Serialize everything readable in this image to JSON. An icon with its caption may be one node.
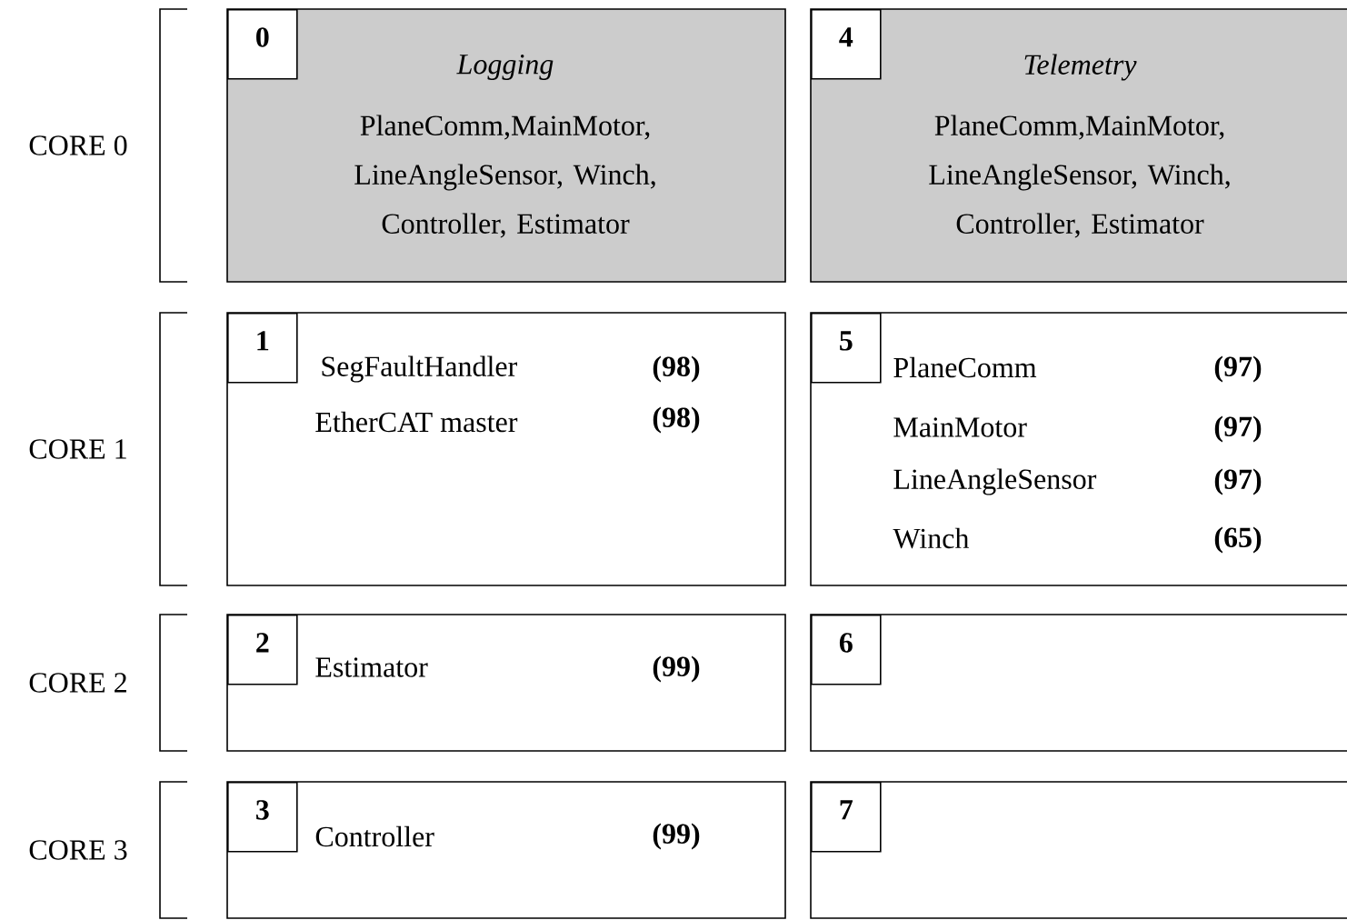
{
  "diagram": {
    "nodes": [
      {
        "text": [
          "Logging",
          "PlaneComm,MainMotor, LineAngleSensor, Winch, Controller, Estimator"
        ]
      },
      {
        "text": [
          "0"
        ],
        "in": 0
      },
      {
        "text": [
          "Telemetry",
          "PlaneComm,MainMotor, LineAngleSensor, Winch, Controller, Estimator"
        ]
      },
      {
        "text": [
          "4"
        ],
        "in": 2
      },
      {
        "text": [
          "SegFaultHandler",
          "(98)",
          "EtherCAT master",
          "(98)"
        ]
      },
      {
        "text": [
          "1"
        ],
        "in": 4
      },
      {
        "text": [
          "PlaneComm",
          "(97)",
          "MainMotor",
          "(97)",
          "LineAngleSensor",
          "(97)",
          "Winch",
          "(65)"
        ]
      },
      {
        "text": [
          "5"
        ],
        "in": 6
      },
      {
        "text": [
          "Estimator",
          "(99)"
        ]
      },
      {
        "text": [
          "2"
        ],
        "in": 8
      },
      {
        "text": [],
        "shape": "box"
      },
      {
        "text": [
          "6"
        ],
        "in": 10
      },
      {
        "text": [
          "Controller",
          "(99)"
        ]
      },
      {
        "text": [
          "3"
        ],
        "in": 12
      },
      {
        "text": [],
        "shape": "box"
      },
      {
        "text": [
          "7"
        ],
        "in": 14
      }
    ],
    "labels": [
      "CORE 0",
      "CORE 1",
      "CORE 2",
      "CORE 3"
    ]
  }
}
